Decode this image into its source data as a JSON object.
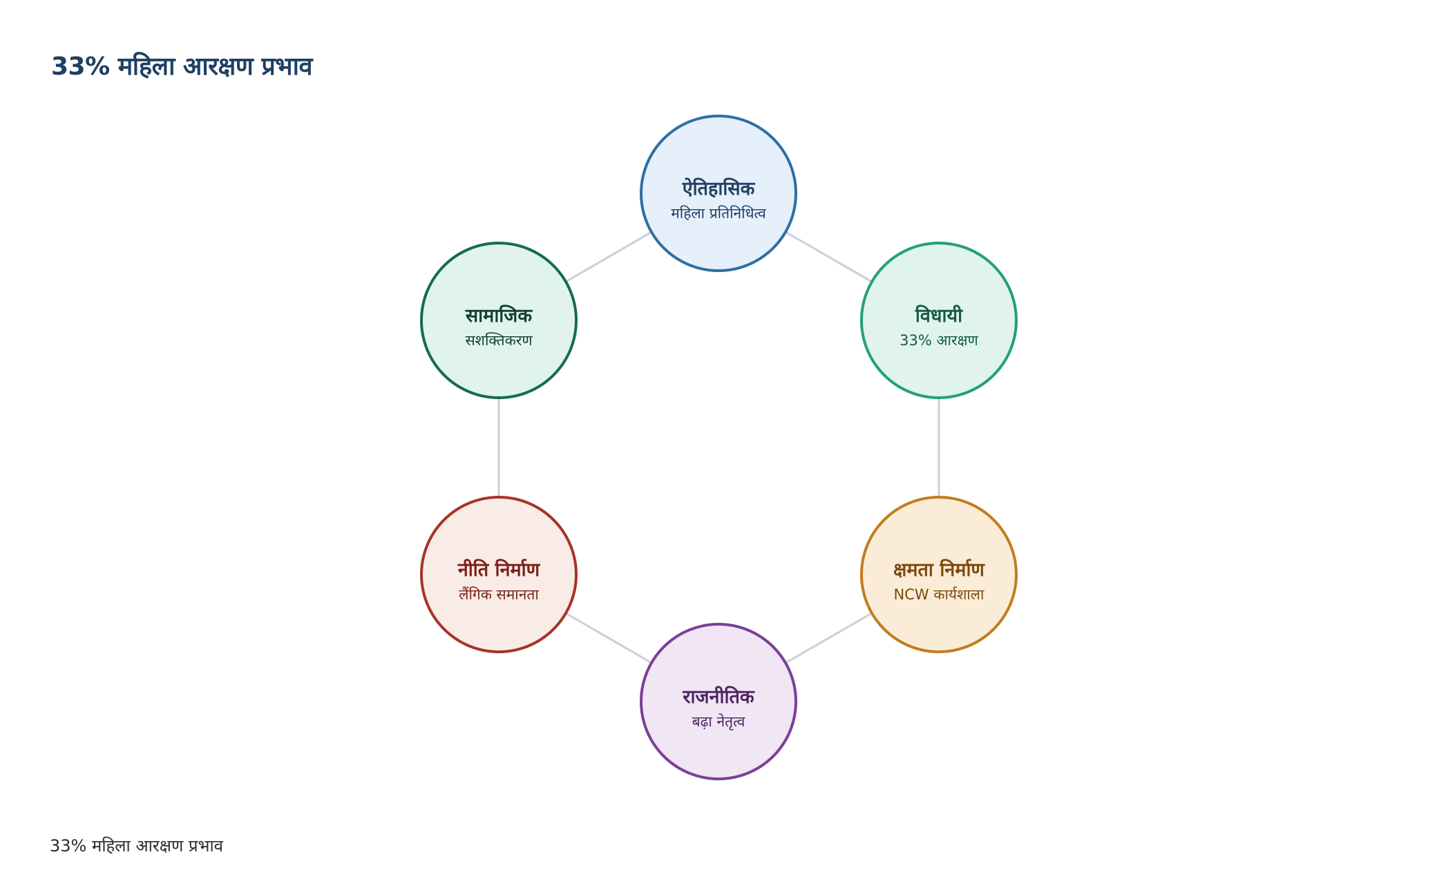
{
  "title": "33% महिला आरक्षण प्रभाव",
  "caption": "33% महिला आरक्षण प्रभाव",
  "edge_color": "#c9d0db",
  "nodes": [
    {
      "id": "historic",
      "title": "ऐतिहासिक",
      "subtitle": "महिला प्रतिनिधित्व",
      "stroke": "#2e6fa3",
      "fill": "#e6f0fb",
      "text": "#1f3f63"
    },
    {
      "id": "legislative",
      "title": "विधायी",
      "subtitle": "33% आरक्षण",
      "stroke": "#23a077",
      "fill": "#e1f4ec",
      "text": "#155c43"
    },
    {
      "id": "capacity",
      "title": "क्षमता निर्माण",
      "subtitle": "NCW कार्यशाला",
      "stroke": "#c27c1e",
      "fill": "#fbecd8",
      "text": "#7a4a0e"
    },
    {
      "id": "political",
      "title": "राजनीतिक",
      "subtitle": "बढ़ा नेतृत्व",
      "stroke": "#7b3f98",
      "fill": "#f0e6f4",
      "text": "#4d2463"
    },
    {
      "id": "policy",
      "title": "नीति निर्माण",
      "subtitle": "लैंगिक समानता",
      "stroke": "#a53428",
      "fill": "#f9ebe6",
      "text": "#7a2119"
    },
    {
      "id": "social",
      "title": "सामाजिक",
      "subtitle": "सशक्तिकरण",
      "stroke": "#156c4e",
      "fill": "#e1f4ec",
      "text": "#123f2e"
    }
  ]
}
